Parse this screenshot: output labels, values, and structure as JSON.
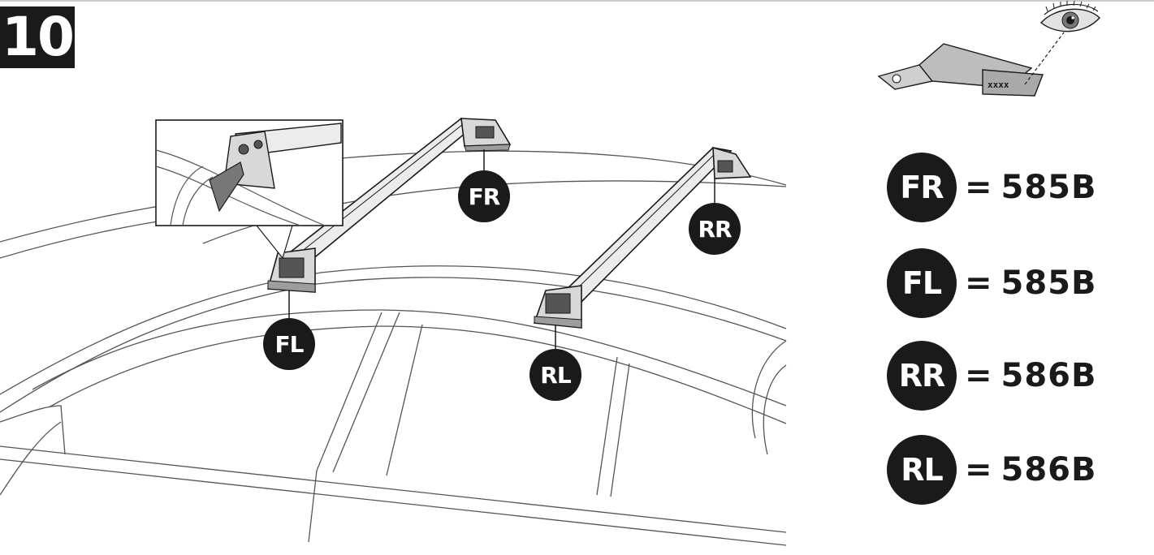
{
  "step": {
    "number": "10"
  },
  "bracket": {
    "marking": "xxxx"
  },
  "markers": {
    "fr": "FR",
    "rr": "RR",
    "fl": "FL",
    "rl": "RL"
  },
  "legend": {
    "equals": "=",
    "rows": [
      {
        "label": "FR",
        "code": "585B"
      },
      {
        "label": "FL",
        "code": "585B"
      },
      {
        "label": "RR",
        "code": "586B"
      },
      {
        "label": "RL",
        "code": "586B"
      }
    ]
  },
  "colors": {
    "ink": "#1a1a1a",
    "bar_fill": "#ececec",
    "foot_fill": "#bdbdbd",
    "background": "#ffffff"
  }
}
